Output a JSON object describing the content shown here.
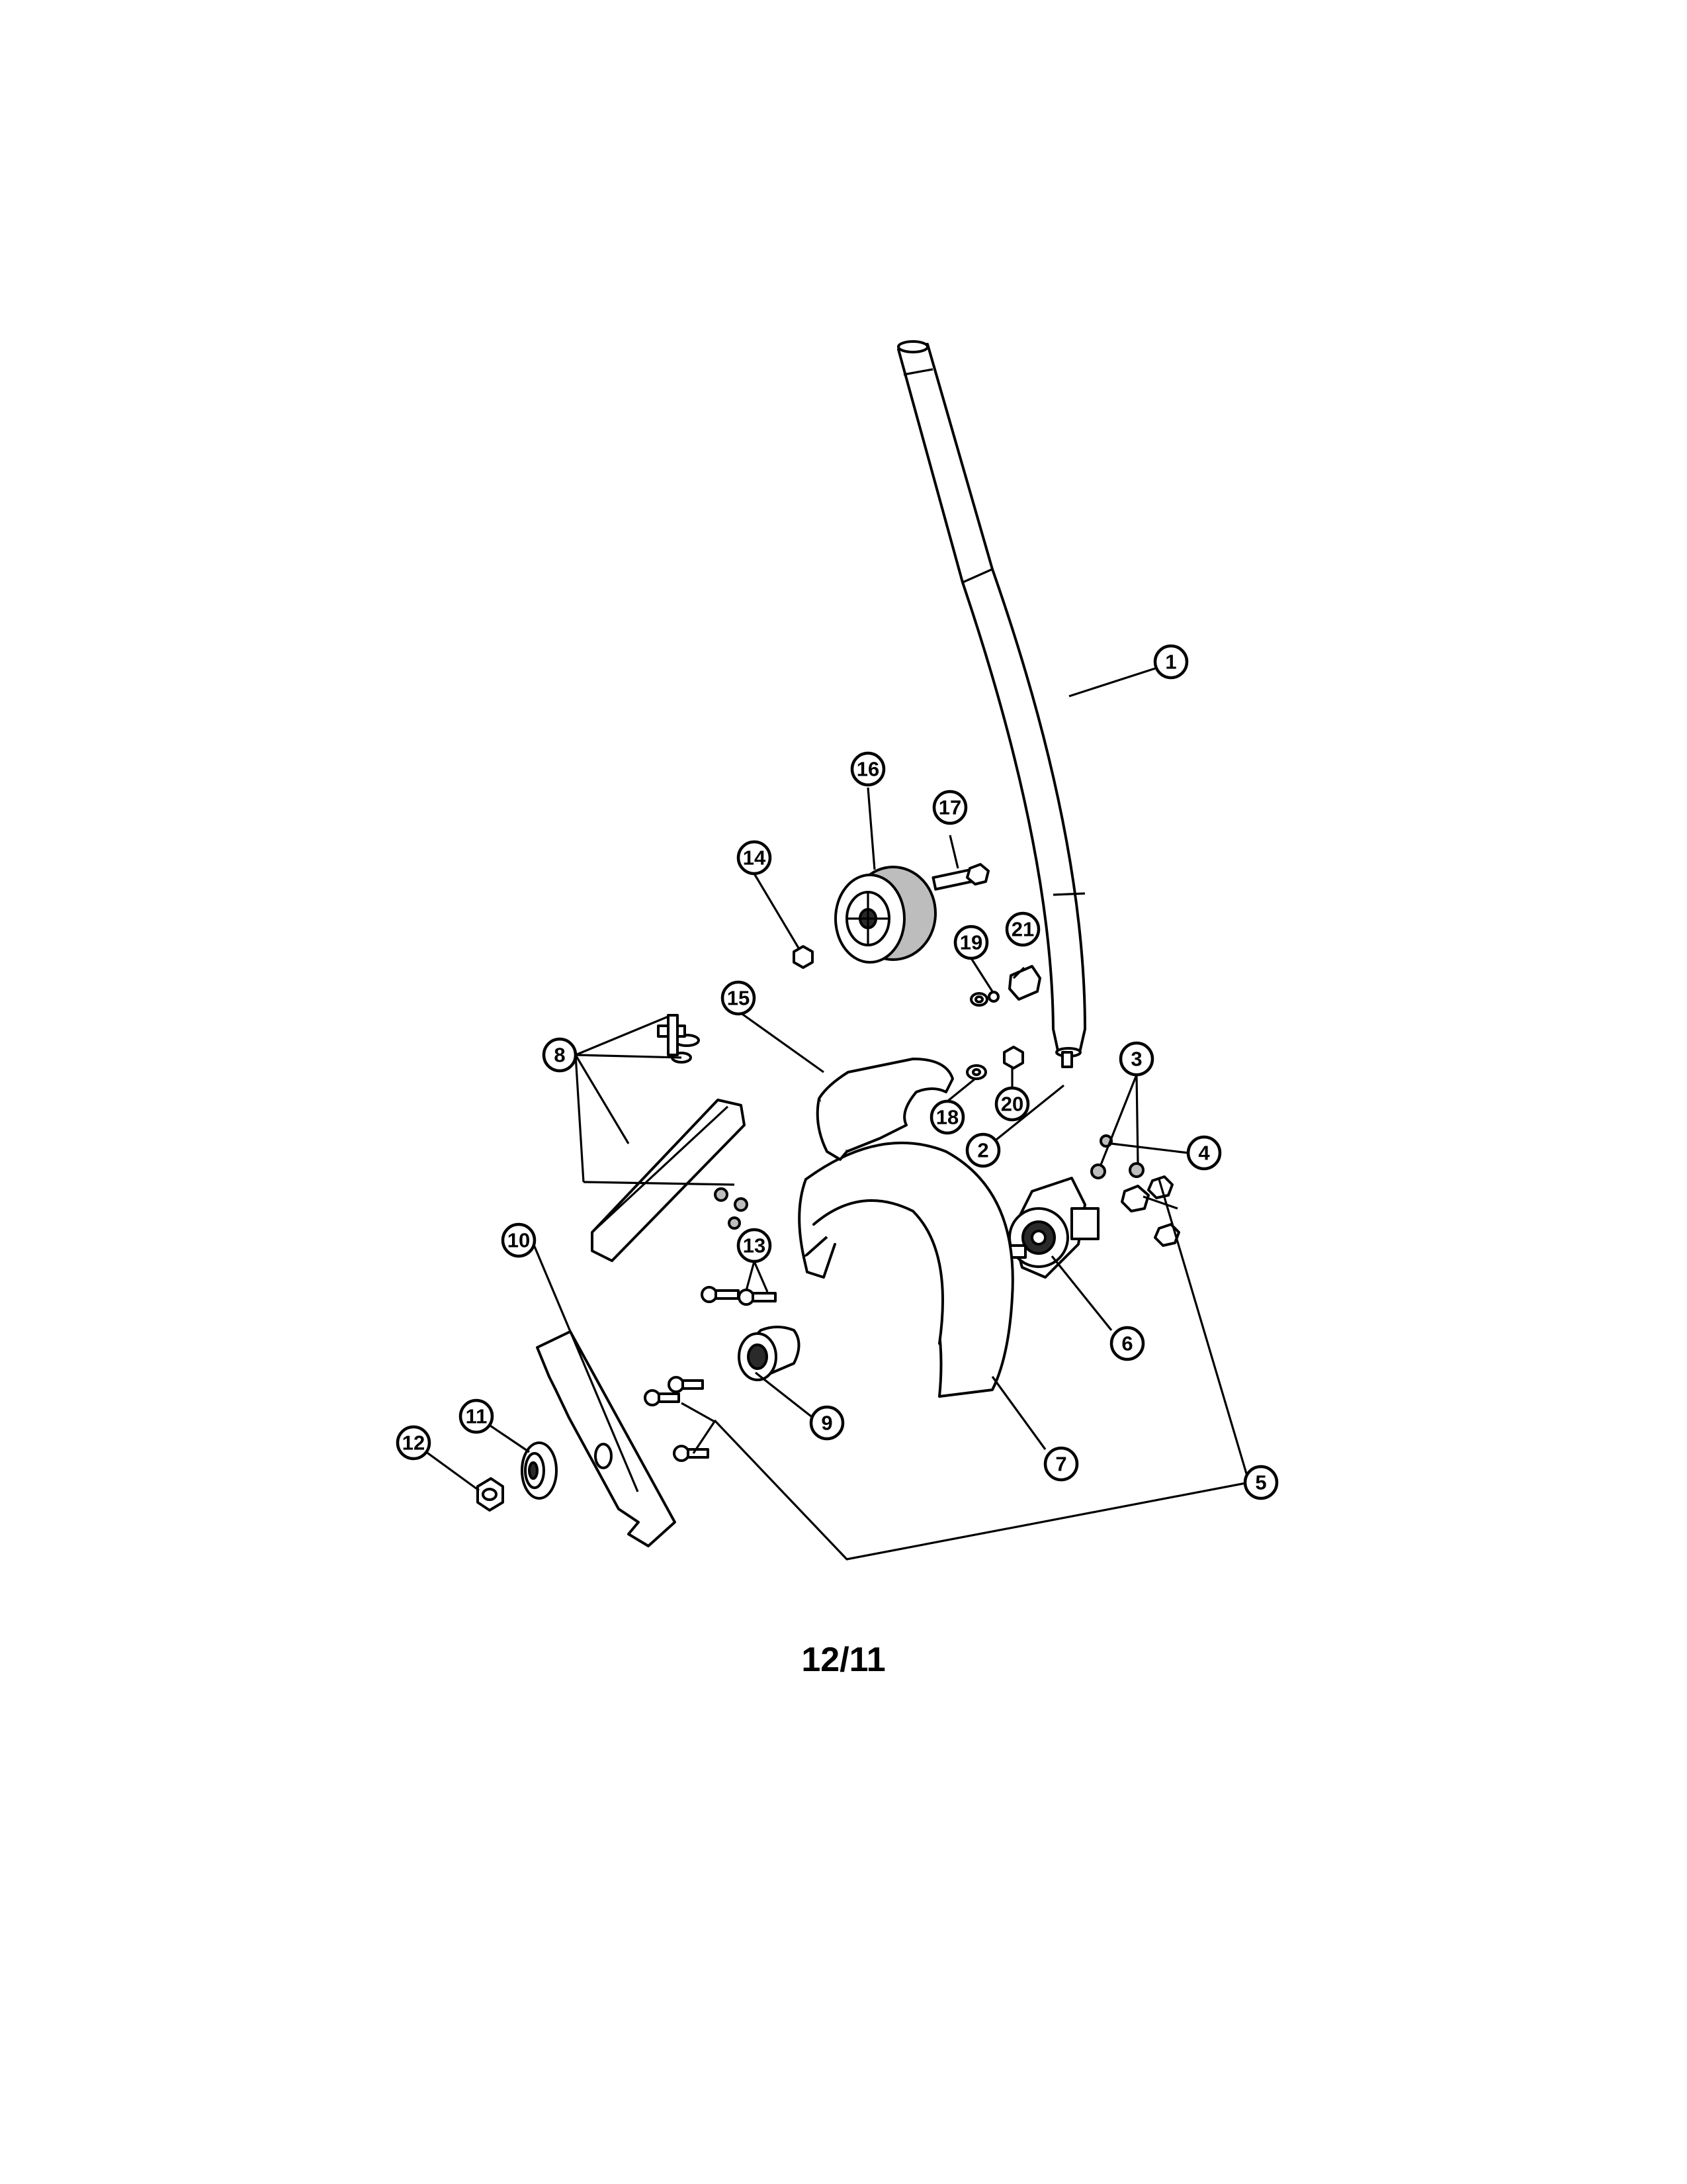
{
  "callouts": [
    {
      "label": "1"
    },
    {
      "label": "2"
    },
    {
      "label": "3"
    },
    {
      "label": "4"
    },
    {
      "label": "5"
    },
    {
      "label": "6"
    },
    {
      "label": "7"
    },
    {
      "label": "8"
    },
    {
      "label": "9"
    },
    {
      "label": "10"
    },
    {
      "label": "11"
    },
    {
      "label": "12"
    },
    {
      "label": "13"
    },
    {
      "label": "14"
    },
    {
      "label": "15"
    },
    {
      "label": "16"
    },
    {
      "label": "17"
    },
    {
      "label": "18"
    },
    {
      "label": "19"
    },
    {
      "label": "20"
    },
    {
      "label": "21"
    }
  ],
  "page_number": "12/11"
}
